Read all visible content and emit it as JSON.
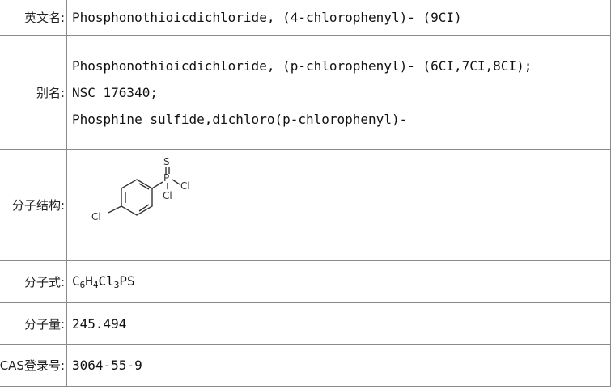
{
  "rows": {
    "english_name": {
      "label": "英文名:",
      "value": "Phosphonothioicdichloride, (4-chlorophenyl)- (9CI)"
    },
    "alias": {
      "label": "别名:",
      "lines": [
        "Phosphonothioicdichloride, (p-chlorophenyl)- (6CI,7CI,8CI);",
        "NSC 176340;",
        "Phosphine sulfide,dichloro(p-chlorophenyl)-"
      ]
    },
    "structure": {
      "label": "分子结构:",
      "atoms": {
        "s": "S",
        "p": "P",
        "cl_right": "Cl",
        "cl_bottom": "Cl",
        "cl_ring": "Cl"
      }
    },
    "formula": {
      "label": "分子式:",
      "parts": {
        "c": "C",
        "c_n": "6",
        "h": "H",
        "h_n": "4",
        "cl": "Cl",
        "cl_n": "3",
        "rest": "PS"
      }
    },
    "weight": {
      "label": "分子量:",
      "value": "245.494"
    },
    "cas": {
      "label": "CAS登录号:",
      "value": "3064-55-9"
    }
  }
}
